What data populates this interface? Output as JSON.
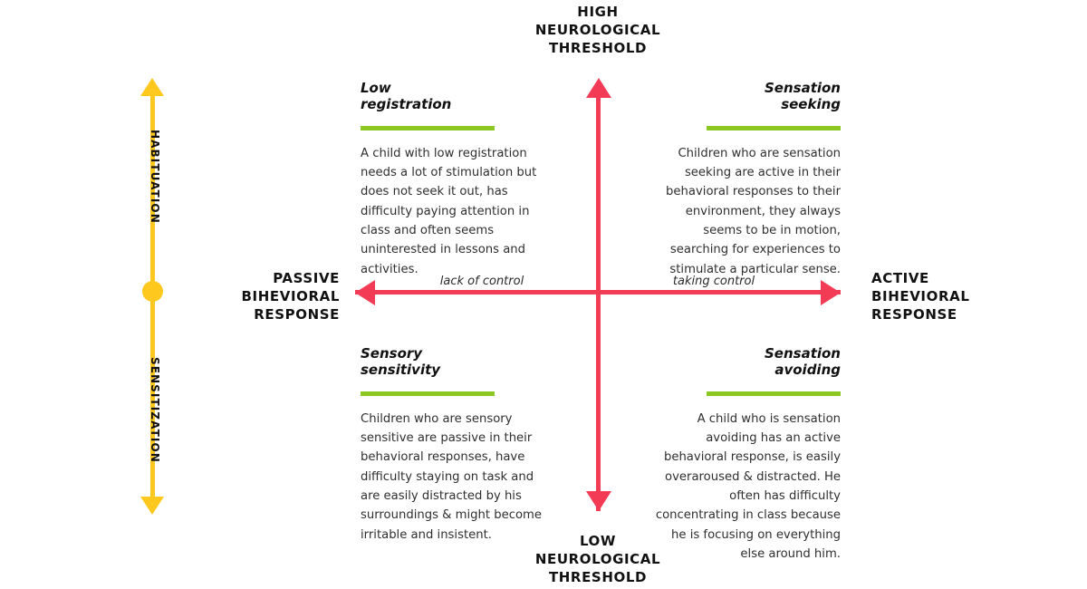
{
  "axes": {
    "top_label": [
      "HIGH",
      "NEUROLOGICAL",
      "THRESHOLD"
    ],
    "bottom_label": [
      "LOW",
      "NEUROLOGICAL",
      "THRESHOLD"
    ],
    "left_label": [
      "PASSIVE",
      "BIHEVIORAL",
      "RESPONSE"
    ],
    "right_label": [
      "ACTIVE",
      "BIHEVIORAL",
      "RESPONSE"
    ],
    "left_note": "lack of control",
    "right_note": "taking control",
    "vertical_upper_label": "HABITUATION",
    "vertical_lower_label": "SENSITIZATION"
  },
  "colors": {
    "cross_axis": "#F43B55",
    "side_axis": "#FFC81E",
    "underline": "#8CC722",
    "text": "#111111",
    "background": "#FFFFFF"
  },
  "quadrants": [
    {
      "id": "low-registration",
      "title_line1": "Low",
      "title_line2": "registration",
      "body": "A child with low registration needs a lot of stimulation but does not seek it out, has difficulty paying attention in class and often seems uninterested in lessons and activities."
    },
    {
      "id": "sensation-seeking",
      "title_line1": "Sensation",
      "title_line2": "seeking",
      "body": "Children who are sensation seeking are active in their behavioral responses to their environment, they always seems to be in motion, searching for experiences to stimulate a particular sense."
    },
    {
      "id": "sensory-sensitivity",
      "title_line1": "Sensory",
      "title_line2": "sensitivity",
      "body": "Children who are sensory sensitive are passive in their behavioral responses, have difficulty staying on task and are easily distracted by his surroundings & might become irritable and insistent."
    },
    {
      "id": "sensation-avoiding",
      "title_line1": "Sensation",
      "title_line2": "avoiding",
      "body": "A child who is sensation avoiding has an active behavioral response, is easily overaroused & distracted. He often has difficulty concentrating in class because he is focusing on everything else around him."
    }
  ]
}
